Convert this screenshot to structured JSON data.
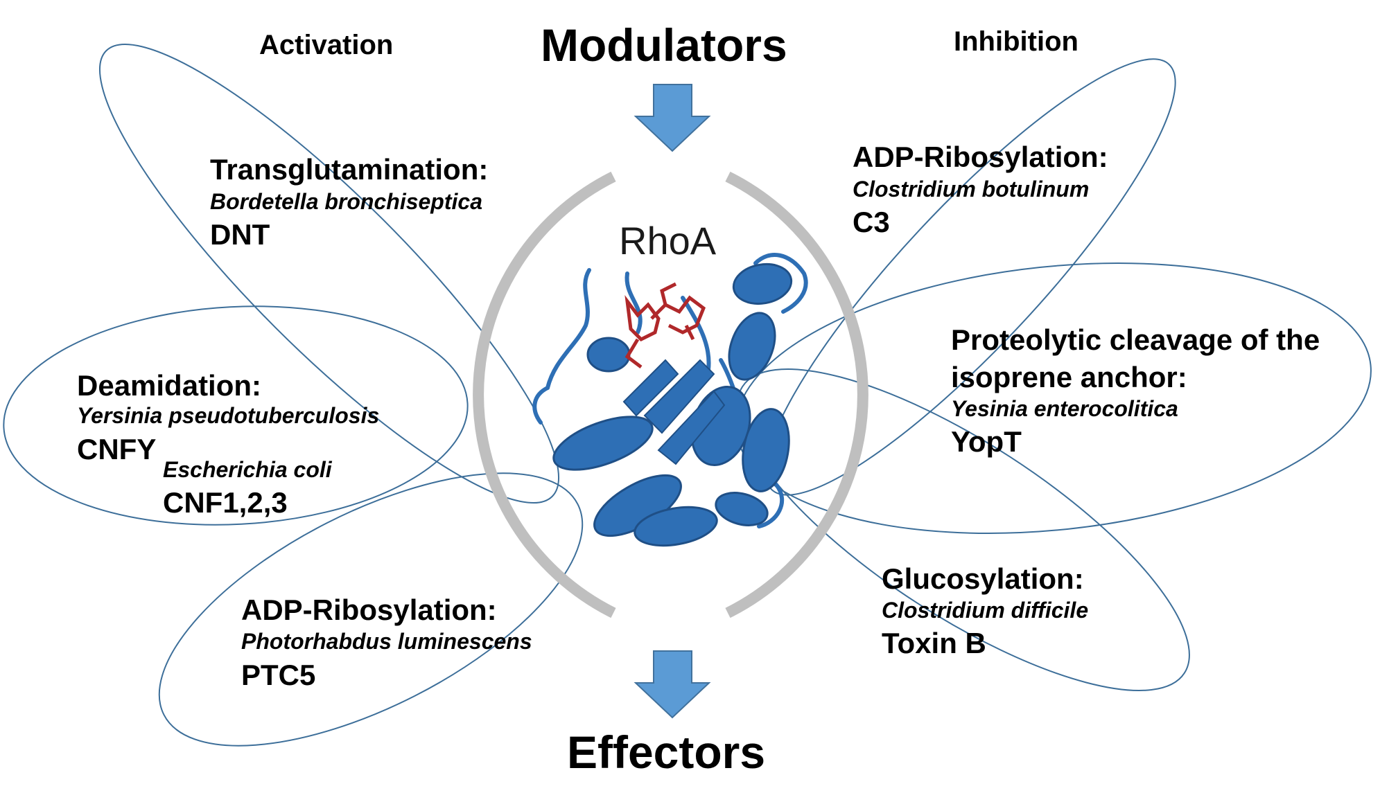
{
  "headers": {
    "activation": "Activation",
    "inhibition": "Inhibition",
    "modulators": "Modulators",
    "effectors": "Effectors"
  },
  "center": {
    "label": "RhoA"
  },
  "modifications": {
    "transglutamination": {
      "title": "Transglutamination:",
      "organism": "Bordetella bronchiseptica",
      "toxin": "DNT"
    },
    "deamidation": {
      "title": "Deamidation:",
      "organism": "Yersinia pseudotuberculosis",
      "toxin": "CNFY",
      "organism2": "Escherichia coli",
      "toxin2": "CNF1,2,3"
    },
    "adp_ribosylation_activation": {
      "title": "ADP-Ribosylation:",
      "organism": "Photorhabdus luminescens",
      "toxin": "PTC5"
    },
    "adp_ribosylation_inhibition": {
      "title": "ADP-Ribosylation:",
      "organism": "Clostridium botulinum",
      "toxin": "C3"
    },
    "proteolytic_cleavage": {
      "title_line1": "Proteolytic cleavage of the",
      "title_line2": "isoprene anchor:",
      "organism": "Yesinia enterocolitica",
      "toxin": "YopT"
    },
    "glucosylation": {
      "title": "Glucosylation:",
      "organism": "Clostridium difficile",
      "toxin": "Toxin B"
    }
  },
  "colors": {
    "arrow_fill": "#5b9bd5",
    "arrow_stroke": "#41719c",
    "ellipse_line": "#3c6e99",
    "ring": "#bfbfbf",
    "protein": "#2e6fb5",
    "protein_dark": "#1f4f86",
    "ligand": "#b0282a"
  }
}
